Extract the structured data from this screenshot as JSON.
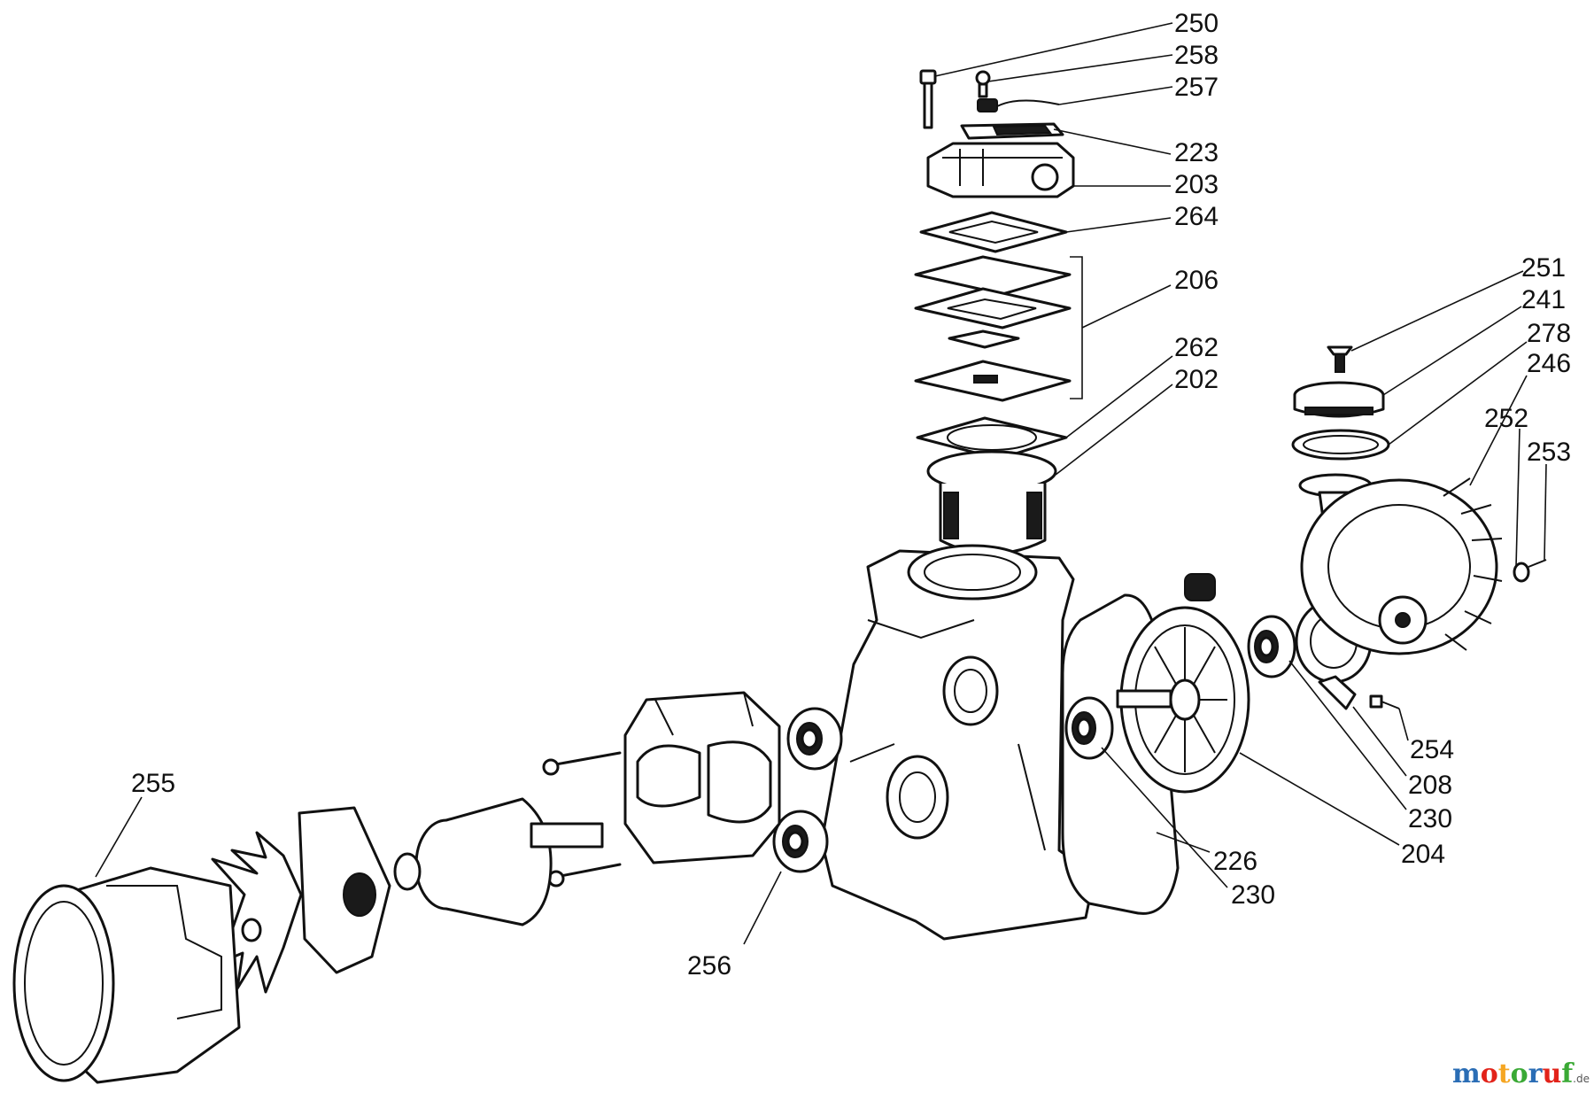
{
  "callouts": [
    {
      "id": "250",
      "text": "250"
    },
    {
      "id": "258",
      "text": "258"
    },
    {
      "id": "257",
      "text": "257"
    },
    {
      "id": "223",
      "text": "223"
    },
    {
      "id": "203",
      "text": "203"
    },
    {
      "id": "264",
      "text": "264"
    },
    {
      "id": "206",
      "text": "206"
    },
    {
      "id": "262",
      "text": "262"
    },
    {
      "id": "202",
      "text": "202"
    },
    {
      "id": "251",
      "text": "251"
    },
    {
      "id": "241",
      "text": "241"
    },
    {
      "id": "278",
      "text": "278"
    },
    {
      "id": "246",
      "text": "246"
    },
    {
      "id": "252",
      "text": "252"
    },
    {
      "id": "253",
      "text": "253"
    },
    {
      "id": "254",
      "text": "254"
    },
    {
      "id": "208",
      "text": "208"
    },
    {
      "id": "230a",
      "text": "230"
    },
    {
      "id": "204",
      "text": "204"
    },
    {
      "id": "226",
      "text": "226"
    },
    {
      "id": "230b",
      "text": "230"
    },
    {
      "id": "255",
      "text": "255"
    },
    {
      "id": "256",
      "text": "256"
    }
  ],
  "watermark": {
    "letters": [
      "m",
      "o",
      "t",
      "o",
      "r",
      "u",
      "f"
    ],
    "letter_colors": [
      "#2a6db5",
      "#e2231a",
      "#f5a623",
      "#3aa935",
      "#2a6db5",
      "#e2231a",
      "#3aa935"
    ],
    "suffix": ".de"
  }
}
